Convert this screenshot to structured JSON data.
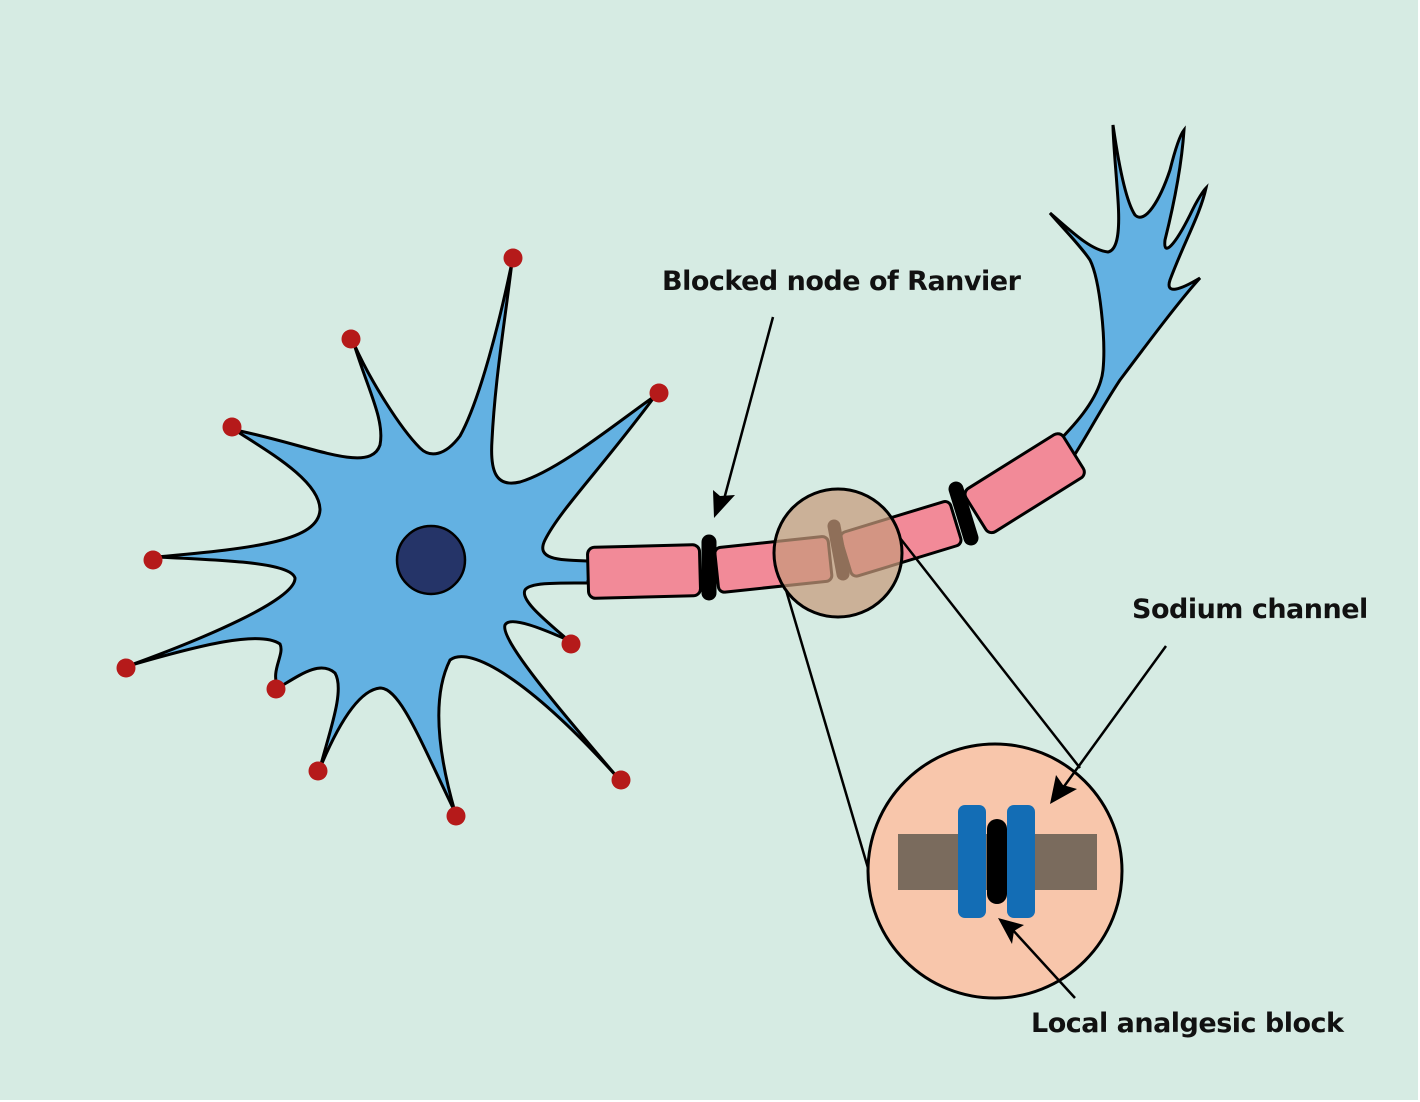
{
  "title": "Local analgesic blocking a sodium channel at a node of Ranvier",
  "labels": {
    "blocked_node": "Blocked node of Ranvier",
    "sodium_channel": "Sodium channel",
    "local_block": "Local analgesic block"
  },
  "components": {
    "soma": "neuron-cell-body",
    "nucleus": "nucleus",
    "dendrite_terminal_count": 11,
    "myelin_segment_count": 4,
    "node_count": 3,
    "axon_terminal_branch_count": 5
  },
  "colors": {
    "background": "#d6ebe3",
    "cell": "#63b1e2",
    "nucleus": "#253468",
    "dendrite_tip": "#b51a1a",
    "myelin": "#f28a98",
    "node": "#000000",
    "magnifier": "#c9a88f",
    "inset": "#f8c6ab",
    "membrane": "#7a6b5d",
    "channel": "#136db5",
    "blocker": "#000000"
  }
}
